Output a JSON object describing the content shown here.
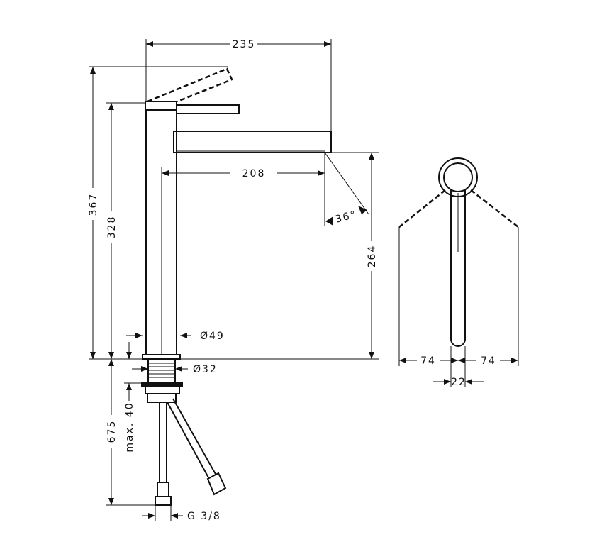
{
  "dimensions": {
    "spout_reach_total": "235",
    "spout_reach": "208",
    "swivel_angle": "36°",
    "spout_height": "264",
    "total_height": "367",
    "body_height": "328",
    "body_diameter": "Ø49",
    "thread_diameter": "Ø32",
    "hose_length": "675",
    "max_counter_thickness": "max. 40",
    "connection_thread": "G 3/8",
    "lever_swing_left": "74",
    "lever_swing_right": "74",
    "lever_width": "22"
  },
  "colors": {
    "line": "#111111",
    "background": "#ffffff"
  }
}
